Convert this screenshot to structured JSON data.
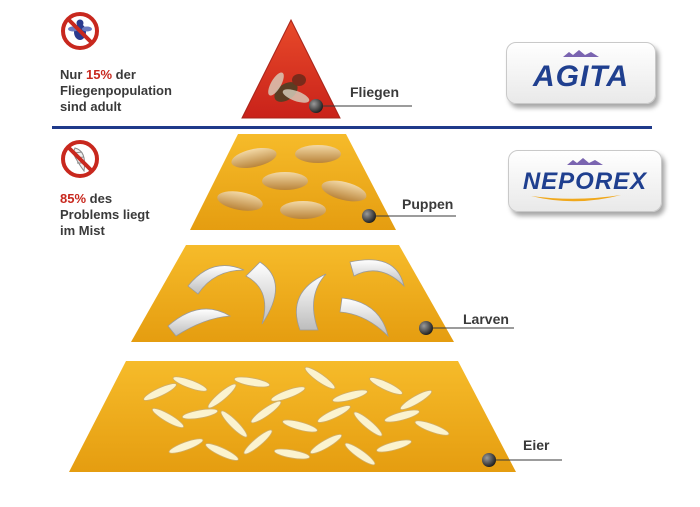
{
  "top_caption": {
    "pre": "Nur ",
    "highlight": "15%",
    "line1_post": " der",
    "line2": "Fliegenpopulation",
    "line3": "sind adult"
  },
  "bottom_caption": {
    "highlight": "85%",
    "line1_post": " des",
    "line2": "Problems liegt",
    "line3": "im Mist"
  },
  "tiers": [
    {
      "label": "Fliegen",
      "color": "#d9331f",
      "icon": "fly-icon"
    },
    {
      "label": "Puppen",
      "color": "#f0a81c",
      "icon": "pupa-icon"
    },
    {
      "label": "Larven",
      "color": "#f0a81c",
      "icon": "larva-icon"
    },
    {
      "label": "Eier",
      "color": "#f0a81c",
      "icon": "egg-icon"
    }
  ],
  "brands": [
    {
      "name": "AGITA",
      "color": "#1f3f8f"
    },
    {
      "name": "NEPOREX",
      "color": "#1f3f8f",
      "accent": "#f0a81c"
    }
  ],
  "colors": {
    "divider": "#1f3a8a",
    "prohibit": "#c8281e"
  }
}
